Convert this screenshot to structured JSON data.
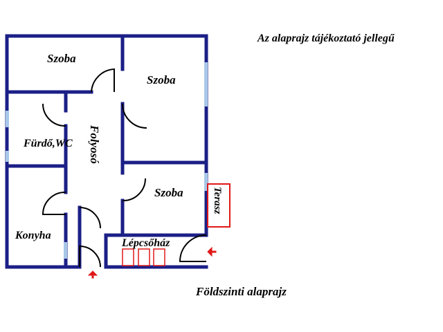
{
  "note": "Az alaprajz tájékoztató jellegű",
  "caption": "Földszinti alaprajz",
  "rooms": {
    "szoba_top_left": "Szoba",
    "szoba_top_right": "Szoba",
    "furdo": "Fürdő,WC",
    "folyoso": "Folyosó",
    "szoba_mid": "Szoba",
    "terasz": "Terasz",
    "konyha": "Konyha",
    "lepcsohaz": "Lépcsőház"
  },
  "colors": {
    "wall": "#1b1f86",
    "window": "#a8c8e8",
    "door": "#000000",
    "accent": "#e01818"
  }
}
